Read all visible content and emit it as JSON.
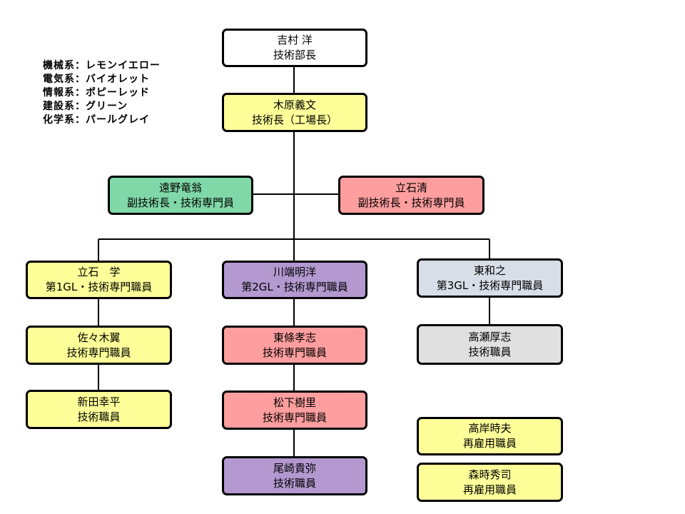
{
  "colors": {
    "white": "#ffffff",
    "yellow": "#ffff99",
    "green": "#80d8a8",
    "pink": "#ff9e9e",
    "purple": "#b499d0",
    "bluegray": "#d8dee8",
    "lightgray": "#e0e0e0",
    "line": "#000000"
  },
  "legend": [
    "機械系：レモンイエロー",
    "電気系：バイオレット",
    "情報系：ポピーレッド",
    "建設系：グリーン",
    "化学系：パールグレイ"
  ],
  "nodes": {
    "yoshimura": {
      "name": "吉村 洋",
      "title": "技術部長",
      "color": "white"
    },
    "kihara": {
      "name": "木原義文",
      "title": "技術長（工場長）",
      "color": "yellow"
    },
    "tono": {
      "name": "遠野竜翁",
      "title": "副技術長・技術専門員",
      "color": "green"
    },
    "tateishi_kiyoshi": {
      "name": "立石清",
      "title": "副技術長・技術専門員",
      "color": "pink"
    },
    "tateishi_manabu": {
      "name": "立石　学",
      "title": "第1GL・技術専門職員",
      "color": "yellow"
    },
    "kawabata": {
      "name": "川端明洋",
      "title": "第2GL・技術専門職員",
      "color": "purple"
    },
    "higashi": {
      "name": "東和之",
      "title": "第3GL・技術専門職員",
      "color": "bluegray"
    },
    "sasaki": {
      "name": "佐々木翼",
      "title": "技術専門職員",
      "color": "yellow"
    },
    "tojo": {
      "name": "東條孝志",
      "title": "技術専門職員",
      "color": "pink"
    },
    "takase": {
      "name": "高瀬厚志",
      "title": "技術職員",
      "color": "lightgray"
    },
    "nitta": {
      "name": "新田幸平",
      "title": "技術職員",
      "color": "yellow"
    },
    "matsushita": {
      "name": "松下樹里",
      "title": "技術専門職員",
      "color": "pink"
    },
    "takagishi": {
      "name": "高岸時夫",
      "title": "再雇用職員",
      "color": "yellow"
    },
    "ozaki": {
      "name": "尾崎貴弥",
      "title": "技術職員",
      "color": "purple"
    },
    "mori": {
      "name": "森時秀司",
      "title": "再雇用職員",
      "color": "yellow"
    }
  }
}
